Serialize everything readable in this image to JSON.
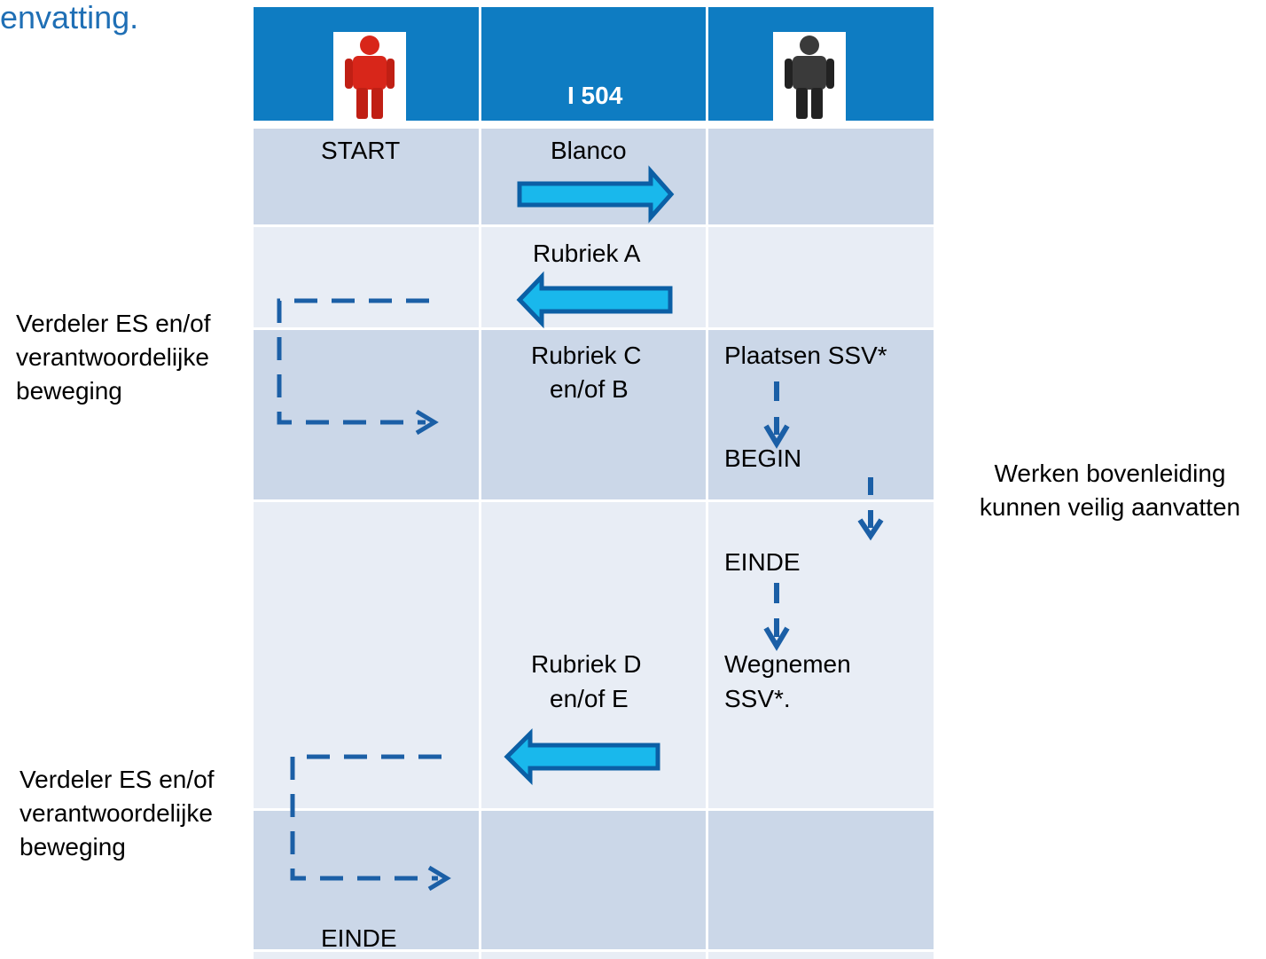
{
  "title": "envatting.",
  "header": {
    "center": "I 504"
  },
  "columns": {
    "left": {
      "start": "START",
      "end": "EINDE"
    },
    "middle": {
      "blanco": "Blanco",
      "rubriek_a": "Rubriek A",
      "rubriek_cb_line1": "Rubriek C",
      "rubriek_cb_line2": "en/of B",
      "rubriek_de_line1": "Rubriek D",
      "rubriek_de_line2": "en/of E"
    },
    "right": {
      "plaatsen": "Plaatsen SSV*",
      "begin": "BEGIN",
      "einde": "EINDE",
      "wegnemen_line1": "Wegnemen",
      "wegnemen_line2": "SSV*."
    }
  },
  "side_left_1": [
    "Verdeler ES en/of",
    "verantwoordelijke",
    "beweging"
  ],
  "side_left_2": [
    "Verdeler ES en/of",
    "verantwoordelijke",
    "beweging"
  ],
  "side_right": [
    "Werken bovenleiding",
    "kunnen veilig aanvatten"
  ],
  "colors": {
    "header": "#0e7cc2",
    "row_dark": "#cbd7e8",
    "row_light": "#e8edf5",
    "arrow_fill": "#19b8ec",
    "arrow_stroke": "#0b5fa5",
    "dash": "#1b5fa6",
    "person_left": "#d8261a",
    "person_right": "#3a3a3a"
  }
}
